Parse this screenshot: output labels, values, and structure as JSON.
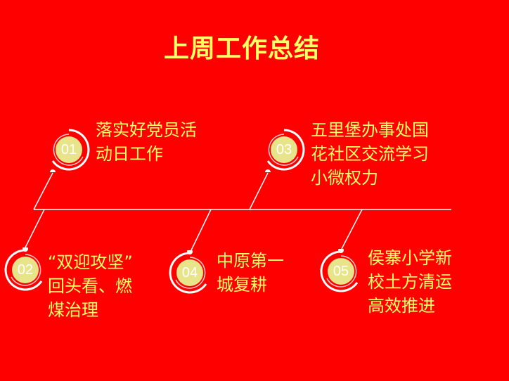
{
  "title": "上周工作总结",
  "colors": {
    "background": "#FF0000",
    "text": "#FFFF66",
    "line": "#FFFFFF",
    "badge": "#E8E48A"
  },
  "items": [
    {
      "number": "01",
      "text": "落实好党员活\n动日工作"
    },
    {
      "number": "02",
      "text": "“双迎攻坚”\n回头看、燃\n煤治理"
    },
    {
      "number": "03",
      "text": "五里堡办事处国\n花社区交流学习\n小微权力"
    },
    {
      "number": "04",
      "text": "中原第一\n城复耕"
    },
    {
      "number": "05",
      "text": "侯寨小学新\n校土方清运\n高效推进"
    }
  ]
}
